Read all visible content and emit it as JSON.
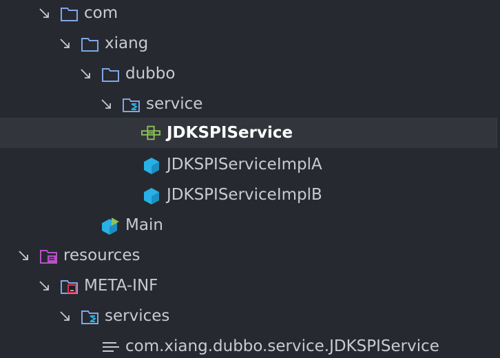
{
  "tree": {
    "items": [
      {
        "label": "com",
        "icon": "folder-icon",
        "expanded": true
      },
      {
        "label": "xiang",
        "icon": "folder-icon",
        "expanded": true
      },
      {
        "label": "dubbo",
        "icon": "folder-icon",
        "expanded": true
      },
      {
        "label": "service",
        "icon": "source-folder-icon",
        "expanded": true
      },
      {
        "label": "JDKSPIService",
        "icon": "interface-icon",
        "selected": true
      },
      {
        "label": "JDKSPIServiceImplA",
        "icon": "class-icon"
      },
      {
        "label": "JDKSPIServiceImplB",
        "icon": "class-icon"
      },
      {
        "label": "Main",
        "icon": "runnable-class-icon"
      },
      {
        "label": "resources",
        "icon": "resources-folder-icon",
        "expanded": true
      },
      {
        "label": "META-INF",
        "icon": "meta-inf-folder-icon",
        "expanded": true
      },
      {
        "label": "services",
        "icon": "source-folder-icon",
        "expanded": true
      },
      {
        "label": "com.xiang.dubbo.service.JDKSPIService",
        "icon": "text-file-icon"
      }
    ]
  },
  "colors": {
    "background": "#272930",
    "selection": "#32353c",
    "text": "#c8cbd2",
    "folder": "#7fa8e8",
    "class": "#27b1e6",
    "interface": "#8dc25a",
    "resources": "#b453c8"
  }
}
